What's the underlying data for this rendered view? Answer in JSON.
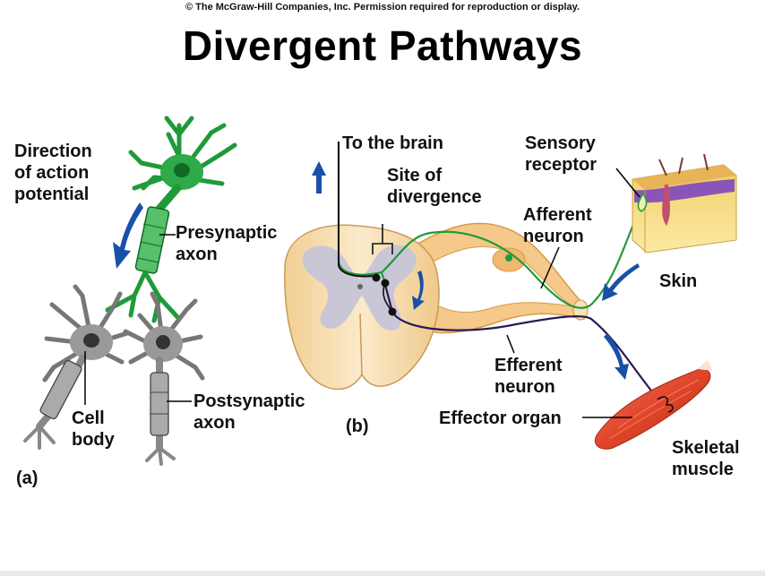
{
  "copyright": "© The McGraw-Hill Companies, Inc. Permission required for reproduction or display.",
  "title": "Divergent Pathways",
  "panel_a": {
    "tag": "(a)",
    "direction_label": "Direction\nof action\npotential",
    "presynaptic_label": "Presynaptic\naxon",
    "cell_body_label": "Cell\nbody",
    "postsynaptic_label": "Postsynaptic\naxon"
  },
  "panel_b": {
    "tag": "(b)",
    "to_brain_label": "To the brain",
    "site_label": "Site of\ndivergence",
    "sensory_label": "Sensory\nreceptor",
    "afferent_label": "Afferent\nneuron",
    "skin_label": "Skin",
    "efferent_label": "Efferent\nneuron",
    "effector_label": "Effector organ",
    "muscle_label": "Skeletal\nmuscle"
  },
  "colors": {
    "neuron_green": "#1f9a3a",
    "cell_gray": "#8f8f8f",
    "spinal_cord": "#f6ddb0",
    "gray_matter": "#c9c6d6",
    "nerve": "#f4c98a",
    "efferent_line": "#2a1a55",
    "arrow_blue": "#1a4fa8",
    "muscle_red": "#e0452a",
    "skin_yellow": "#f5dd6a",
    "skin_purple": "#8a55b8"
  }
}
